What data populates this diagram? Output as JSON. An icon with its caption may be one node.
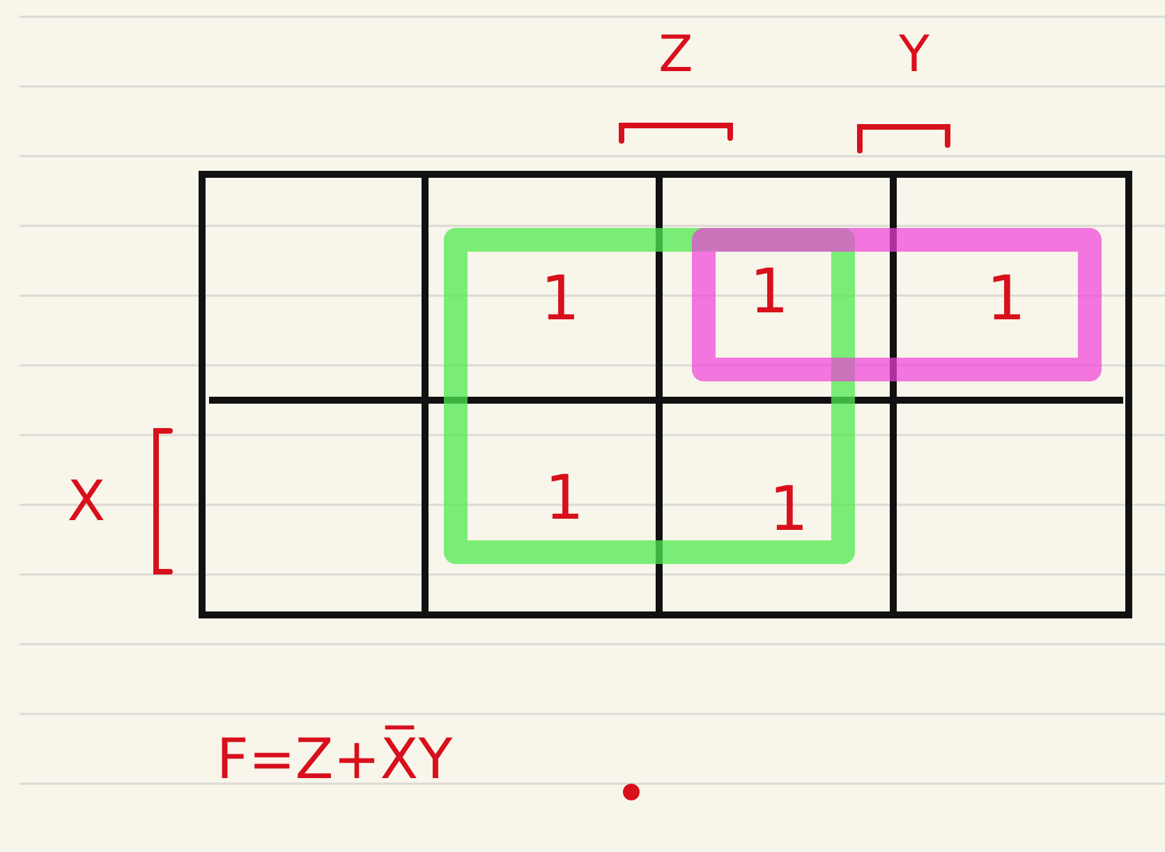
{
  "diagram": {
    "labels": [
      "Z",
      "Y",
      "1",
      "1",
      "1",
      "X",
      "1",
      "1",
      "F=Z+X̅Y"
    ]
  }
}
